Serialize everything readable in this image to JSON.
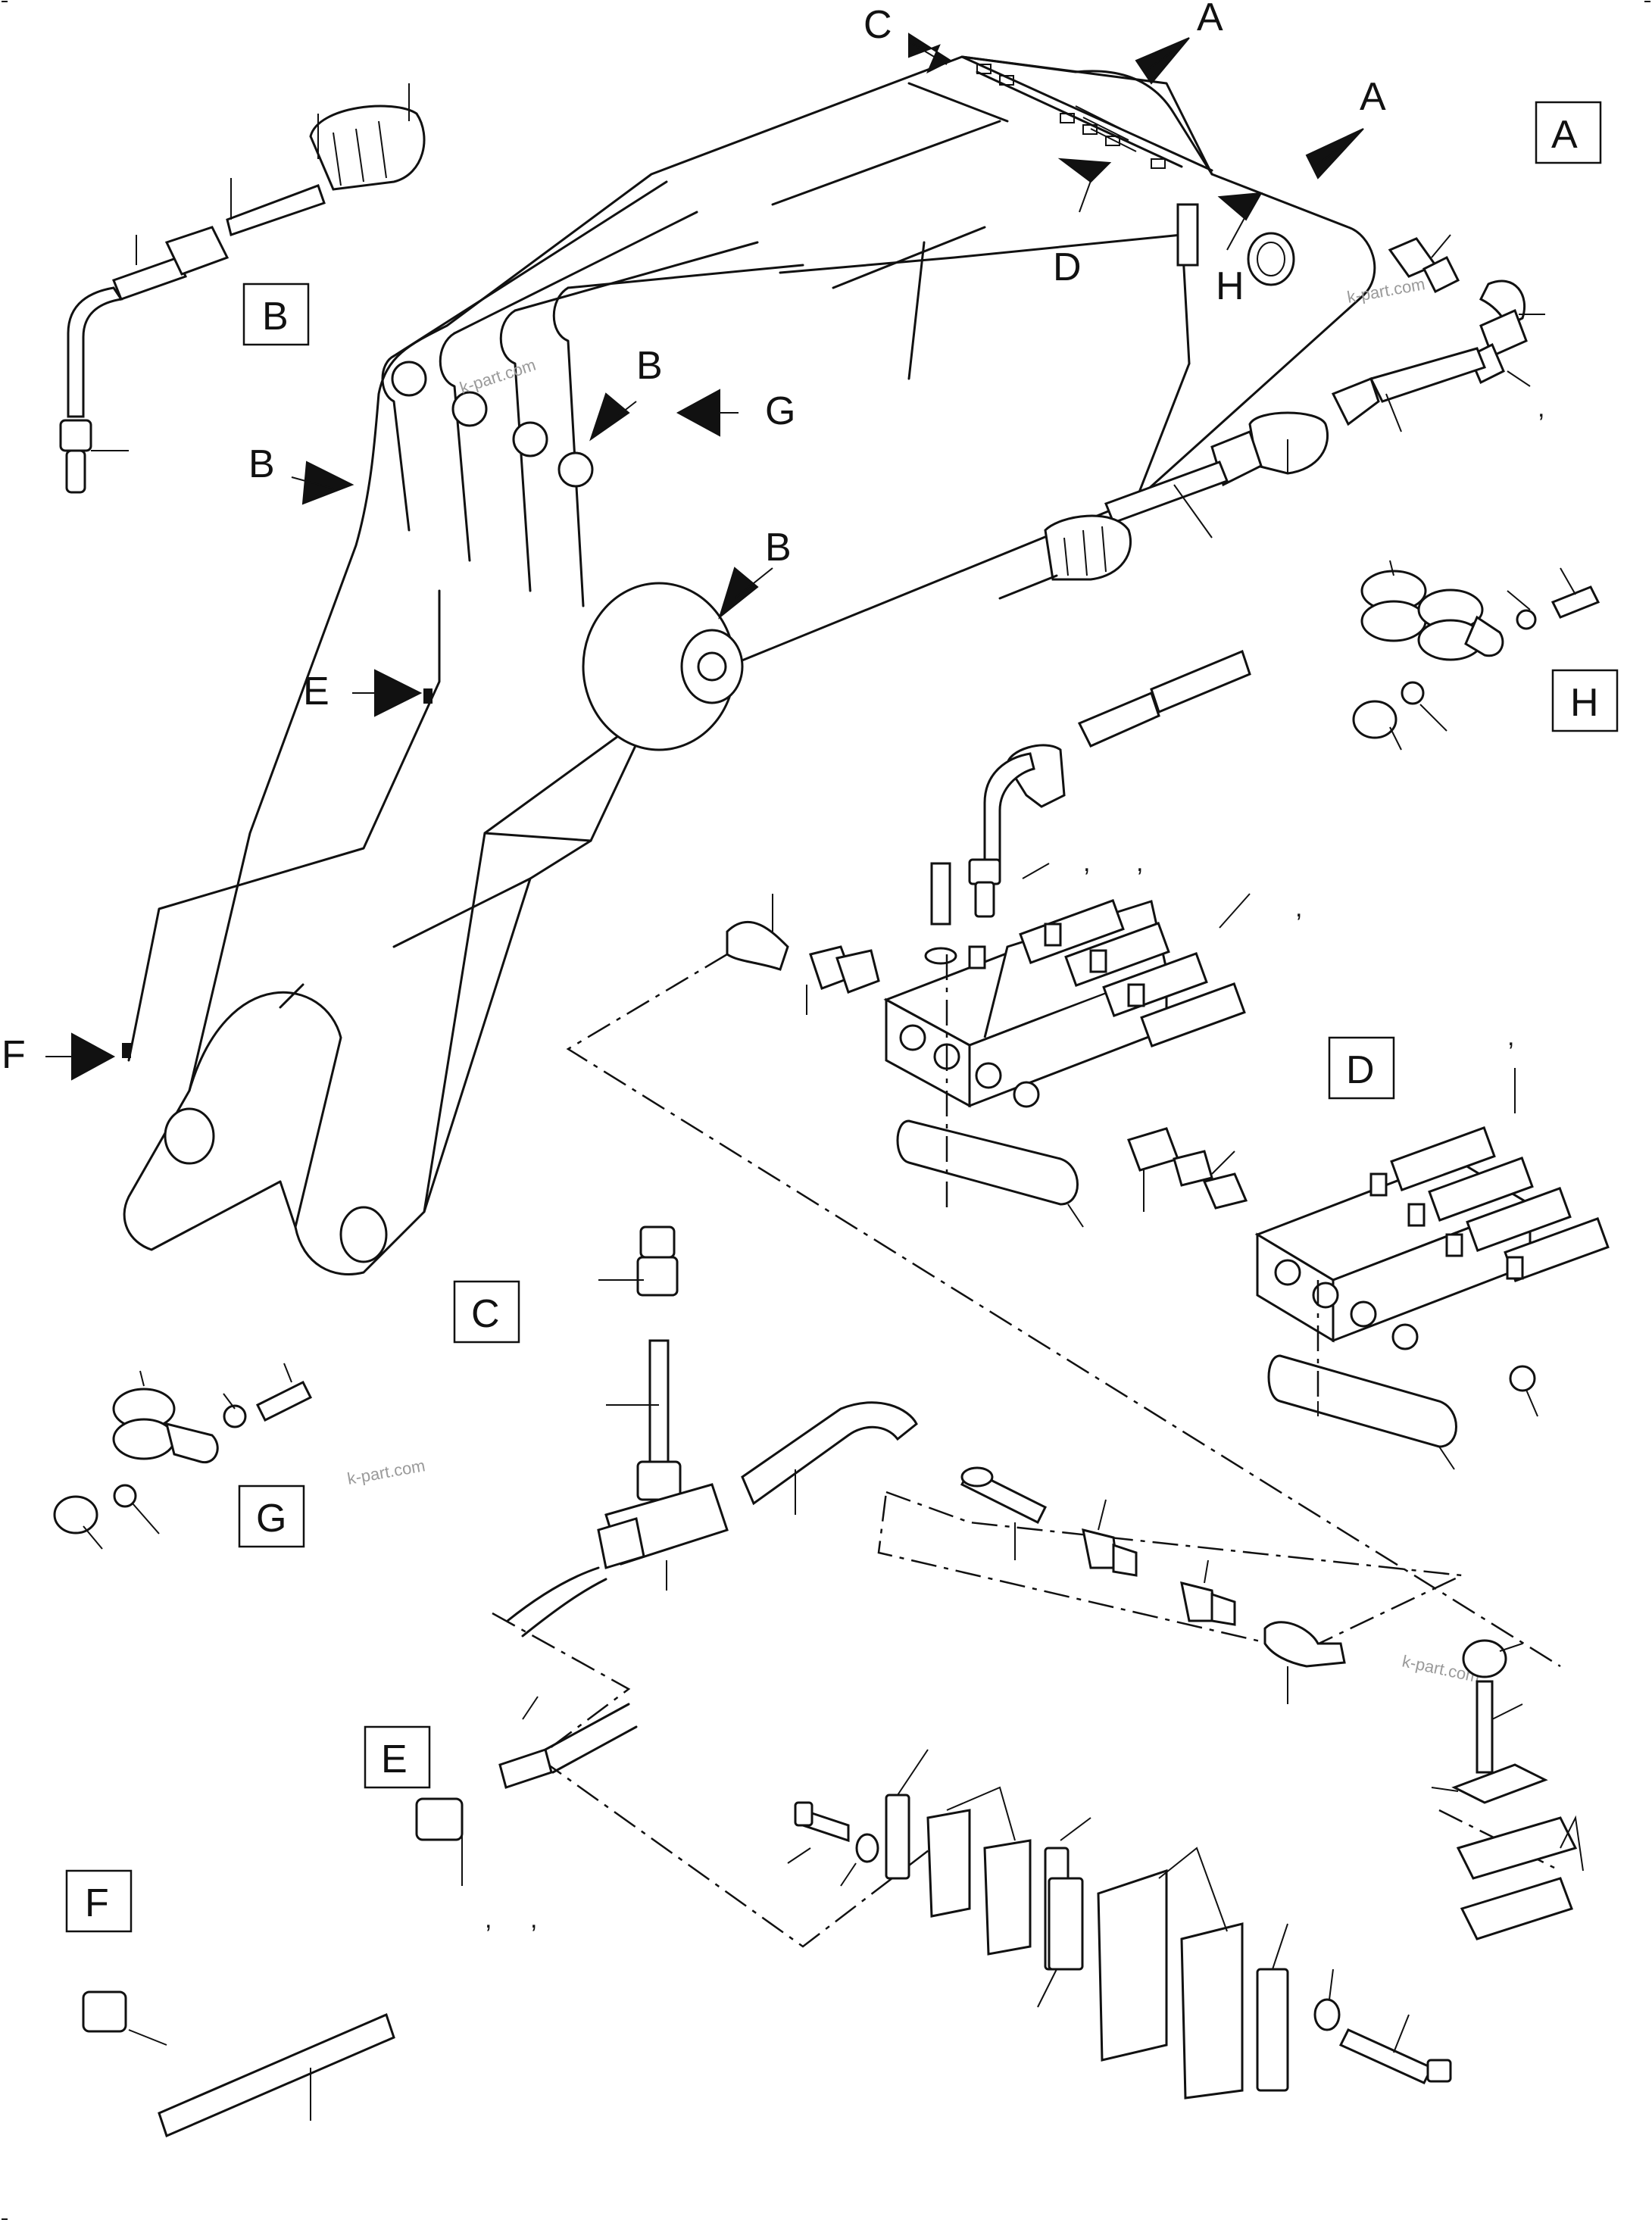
{
  "diagram": {
    "boxed_labels": {
      "A": "A",
      "B": "B",
      "C": "C",
      "D": "D",
      "E": "E",
      "F": "F",
      "G": "G",
      "H": "H"
    },
    "arrow_labels": {
      "c_top": "C",
      "a_top": "A",
      "a_right": "A",
      "d_mid": "D",
      "h_mid": "H",
      "b_left": "B",
      "b_mid": "B",
      "g_mid": "G",
      "b_lower": "B",
      "e_left": "E",
      "f_left": "F"
    },
    "watermark": "k-part.com",
    "separator": ","
  }
}
